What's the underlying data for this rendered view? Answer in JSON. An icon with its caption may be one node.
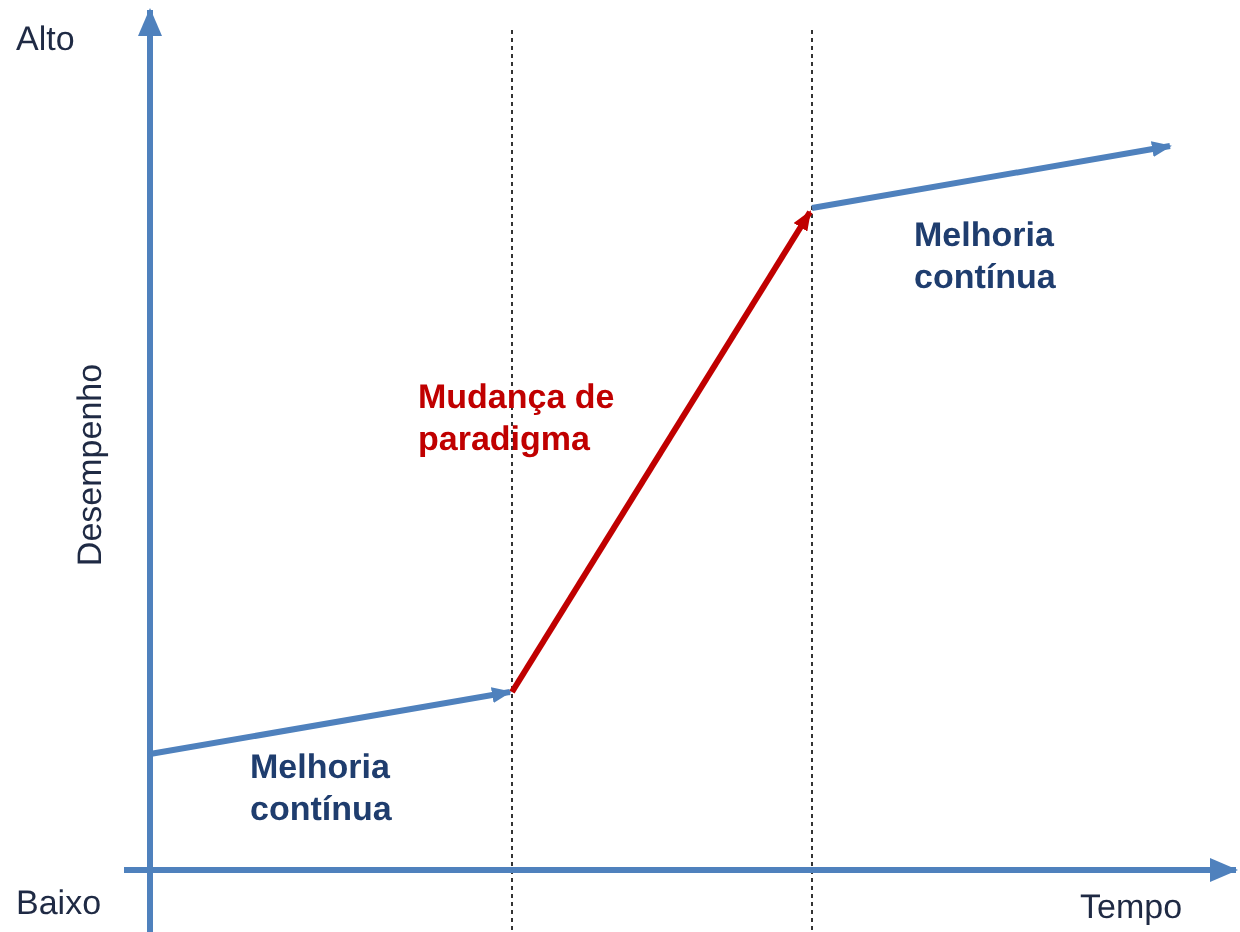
{
  "diagram": {
    "labels": [
      "Alto",
      "Desempenho",
      "Mudança de paradigma",
      "Melhoria contínua",
      "Melhoria contínua",
      "Baixo",
      "Tempo"
    ]
  }
}
